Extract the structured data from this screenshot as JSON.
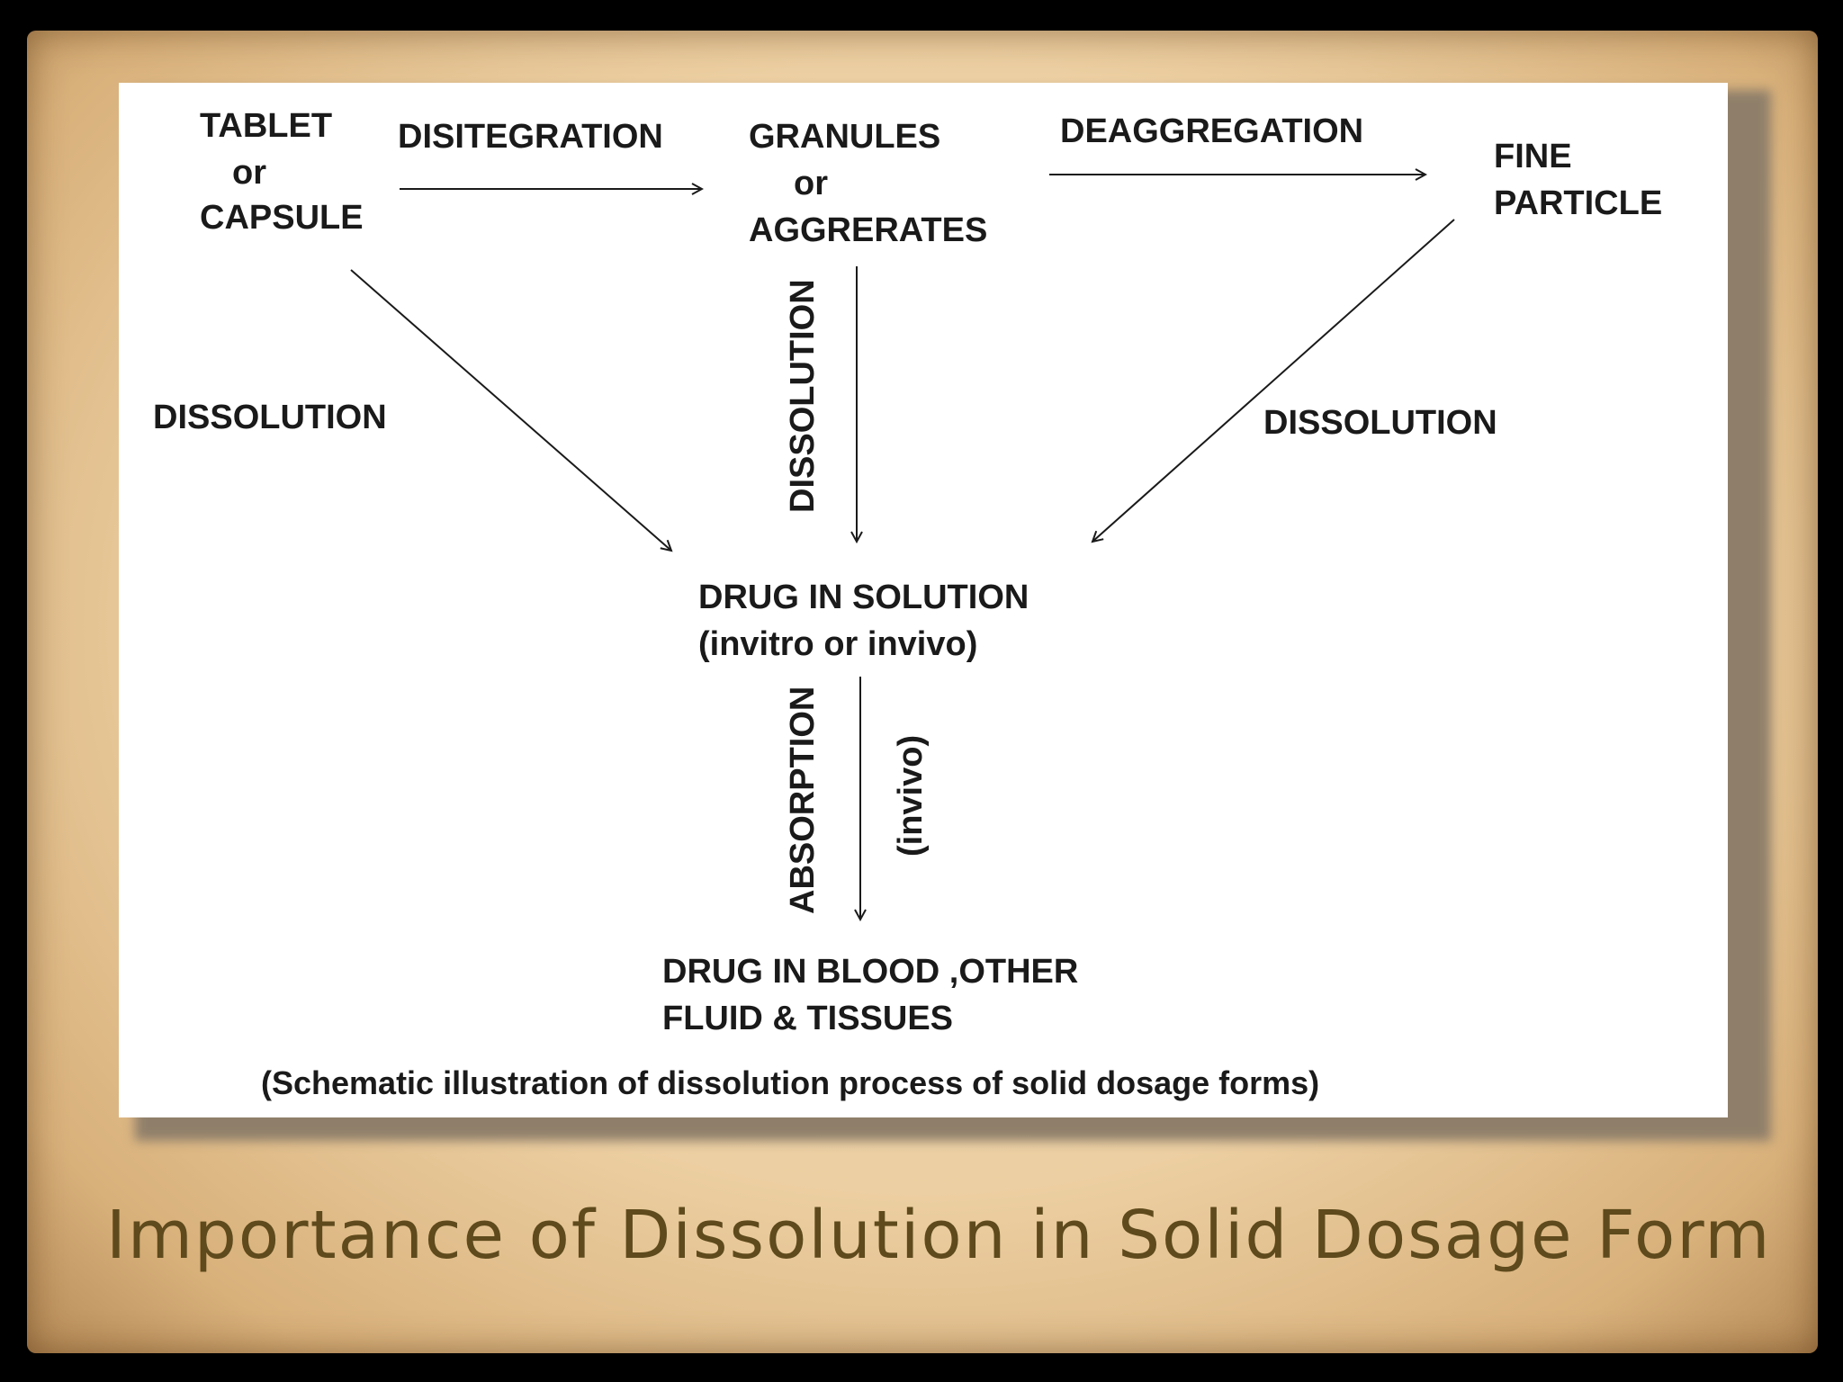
{
  "title": "Importance of Dissolution in Solid Dosage Form",
  "diagram": {
    "nodes": {
      "tablet": [
        "TABLET",
        "or",
        "CAPSULE"
      ],
      "granules": [
        "GRANULES",
        "or",
        "AGGRERATES"
      ],
      "fine": [
        "FINE",
        "PARTICLE"
      ],
      "solution": [
        "DRUG IN SOLUTION",
        "(invitro or invivo)"
      ],
      "blood": [
        "DRUG IN BLOOD ,OTHER",
        "FLUID & TISSUES"
      ]
    },
    "edges": {
      "disintegration": "DISITEGRATION",
      "deaggregation": "DEAGGREGATION",
      "dissolution_left": "DISSOLUTION",
      "dissolution_center": "DISSOLUTION",
      "dissolution_right": "DISSOLUTION",
      "absorption": "ABSORPTION",
      "invivo": "(invivo)"
    },
    "caption": "(Schematic illustration of dissolution process of solid dosage forms)"
  },
  "colors": {
    "title": "#5e4a1c",
    "parchment": "#eccfa2",
    "ink": "#1a1a1a"
  }
}
